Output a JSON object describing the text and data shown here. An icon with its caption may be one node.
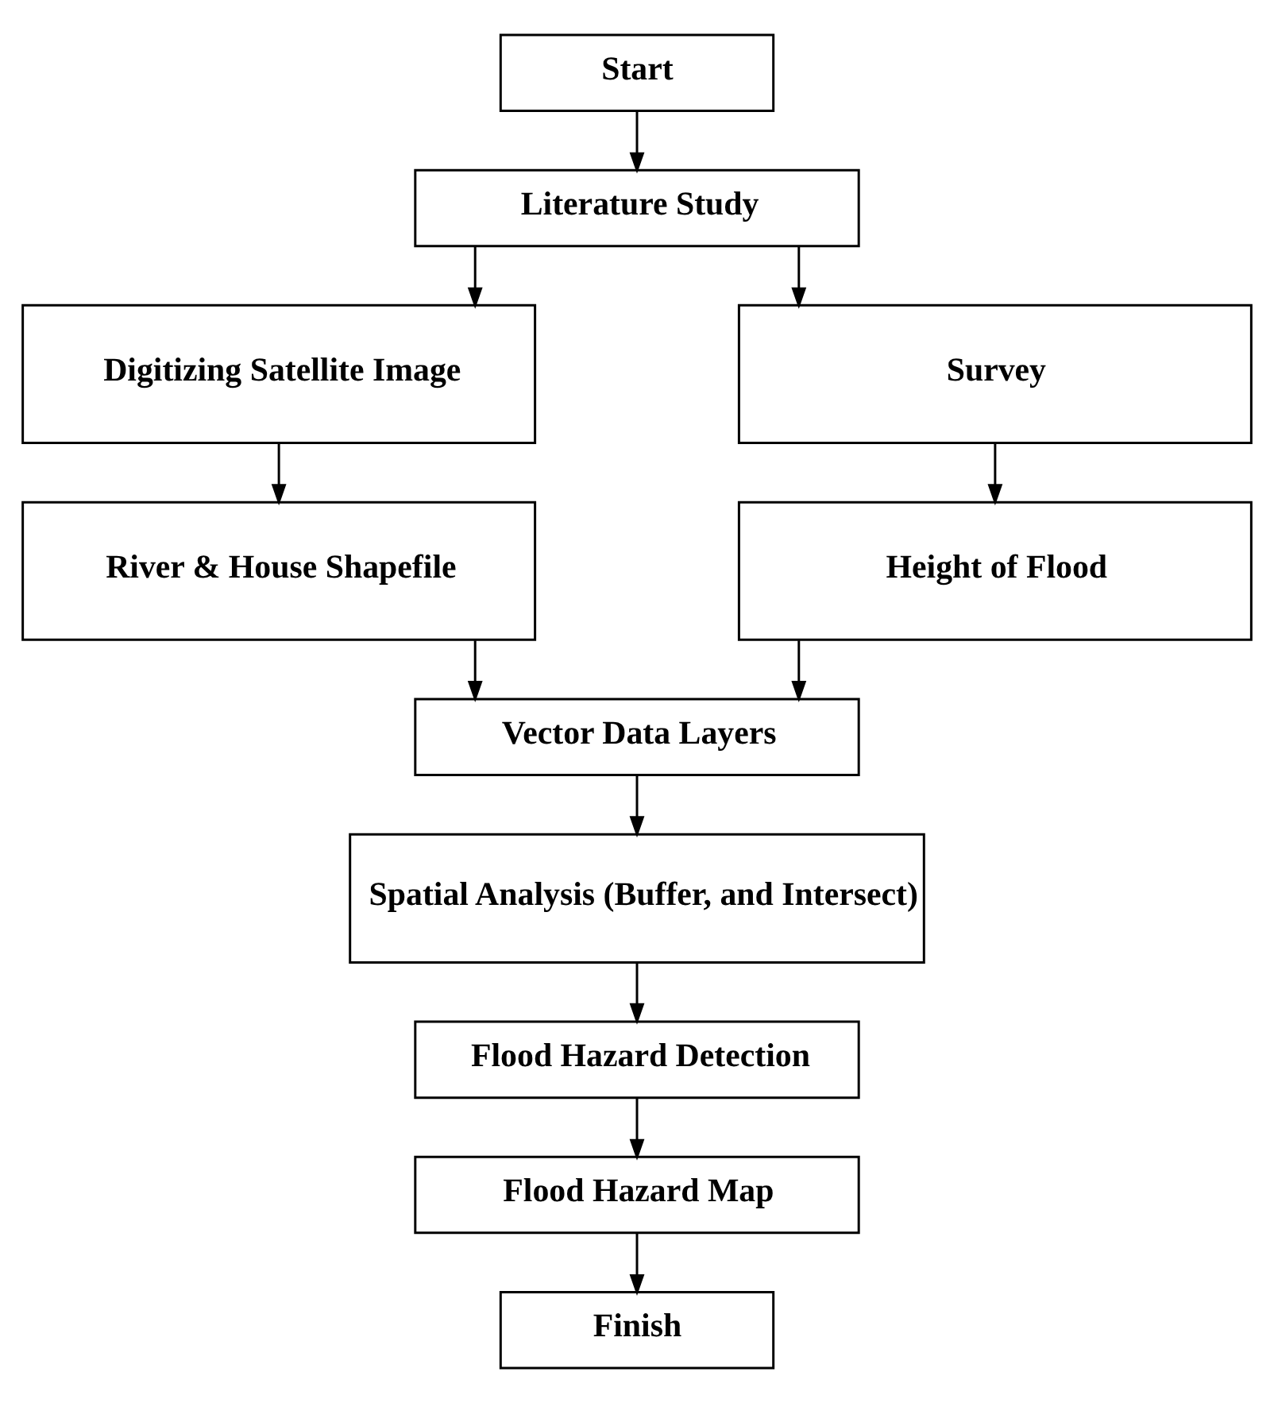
{
  "diagram": {
    "nodes": [
      {
        "text": [
          "Start"
        ]
      },
      {
        "text": [
          "Literature Study"
        ]
      },
      {
        "text": [
          "Digitizing Satellite Image"
        ]
      },
      {
        "text": [
          "Survey"
        ]
      },
      {
        "text": [
          "River & House Shapefile"
        ]
      },
      {
        "text": [
          "Height of Flood"
        ]
      },
      {
        "text": [
          "Vector Data Layers"
        ]
      },
      {
        "text": [
          "Spatial Analysis (Buffer, and Intersect)"
        ]
      },
      {
        "text": [
          "Flood Hazard Detection"
        ]
      },
      {
        "text": [
          "Flood Hazard Map"
        ]
      },
      {
        "text": [
          "Finish"
        ]
      }
    ],
    "edges": [
      {
        "from": 0,
        "to": 1,
        "arrow": "to"
      },
      {
        "from": 1,
        "to": 2,
        "arrow": "to"
      },
      {
        "from": 1,
        "to": 3,
        "arrow": "to"
      },
      {
        "from": 2,
        "to": 4,
        "arrow": "to"
      },
      {
        "from": 3,
        "to": 5,
        "arrow": "to"
      },
      {
        "from": 4,
        "to": 6,
        "arrow": "to"
      },
      {
        "from": 5,
        "to": 6,
        "arrow": "to"
      },
      {
        "from": 6,
        "to": 7,
        "arrow": "to"
      },
      {
        "from": 7,
        "to": 8,
        "arrow": "to"
      },
      {
        "from": 8,
        "to": 9,
        "arrow": "to"
      },
      {
        "from": 9,
        "to": 10,
        "arrow": "to"
      }
    ]
  }
}
